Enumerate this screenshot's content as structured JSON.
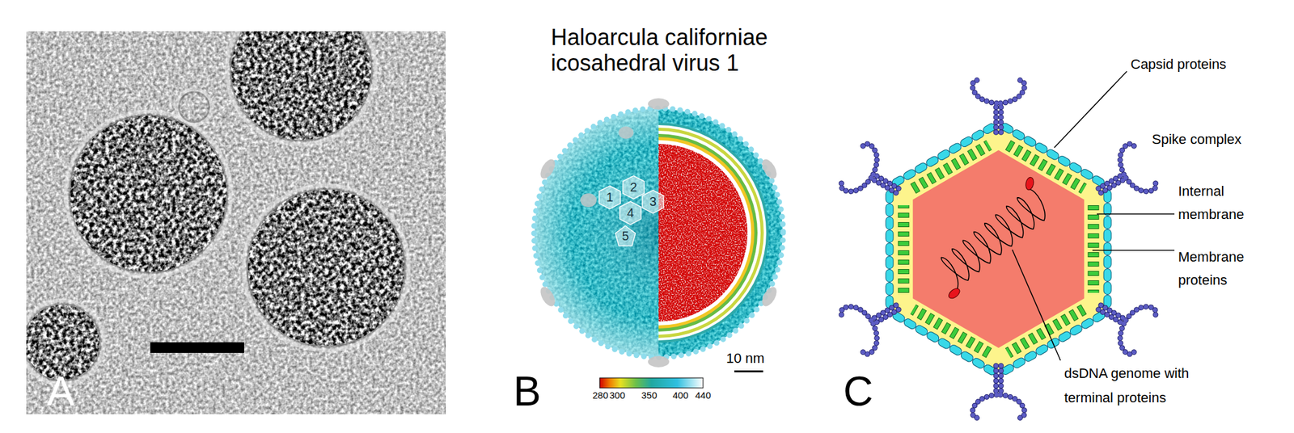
{
  "diagram": {
    "nodes": [
      {
        "text": [
          "1"
        ]
      },
      {
        "text": [
          "2"
        ]
      },
      {
        "text": [
          "3"
        ]
      },
      {
        "text": [
          "4"
        ]
      },
      {
        "text": [
          "5"
        ]
      }
    ],
    "labels": [
      "A",
      "Haloarcula californiae icosahedral virus 1",
      "280",
      "300",
      "350",
      "400",
      "440",
      "10 nm",
      "B",
      "Capsid proteins",
      "Spike complex",
      "Internal membrane",
      "Membrane proteins",
      "dsDNA genome with terminal proteins",
      "C"
    ]
  }
}
